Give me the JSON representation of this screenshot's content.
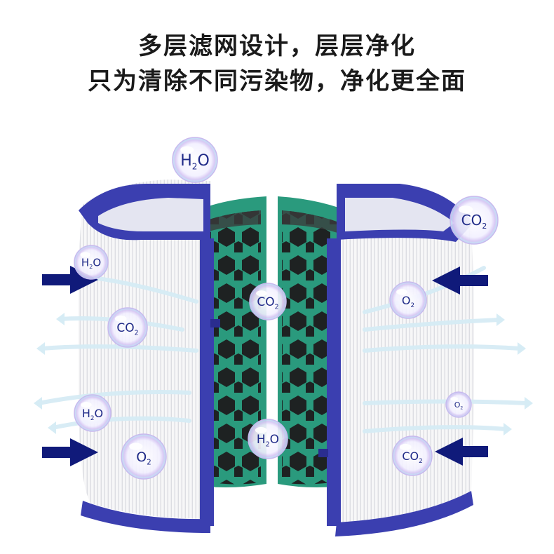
{
  "headline": {
    "line1": "多层滤网设计，层层净化",
    "line2": "只为清除不同污染物，净化更全面"
  },
  "molecules": [
    {
      "main": "H",
      "sub": "2",
      "tail": "O"
    },
    {
      "main": "CO",
      "sub": "2",
      "tail": ""
    },
    {
      "main": "H",
      "sub": "2",
      "tail": "O"
    },
    {
      "main": "CO",
      "sub": "2",
      "tail": ""
    },
    {
      "main": "O",
      "sub": "2",
      "tail": ""
    },
    {
      "main": "CO",
      "sub": "2",
      "tail": ""
    },
    {
      "main": "H",
      "sub": "2",
      "tail": "O"
    },
    {
      "main": "O",
      "sub": "2",
      "tail": ""
    },
    {
      "main": "O",
      "sub": "2",
      "tail": ""
    },
    {
      "main": "H",
      "sub": "2",
      "tail": "O"
    },
    {
      "main": "CO",
      "sub": "2",
      "tail": ""
    }
  ],
  "colors": {
    "frame_blue": "#3b3fb0",
    "frame_blue_dark": "#2a2d8f",
    "carbon_green": "#2a9a7d",
    "carbon_black": "#1e2222",
    "arrow_navy": "#101a7a",
    "flow_light": "#d6ecf5"
  }
}
